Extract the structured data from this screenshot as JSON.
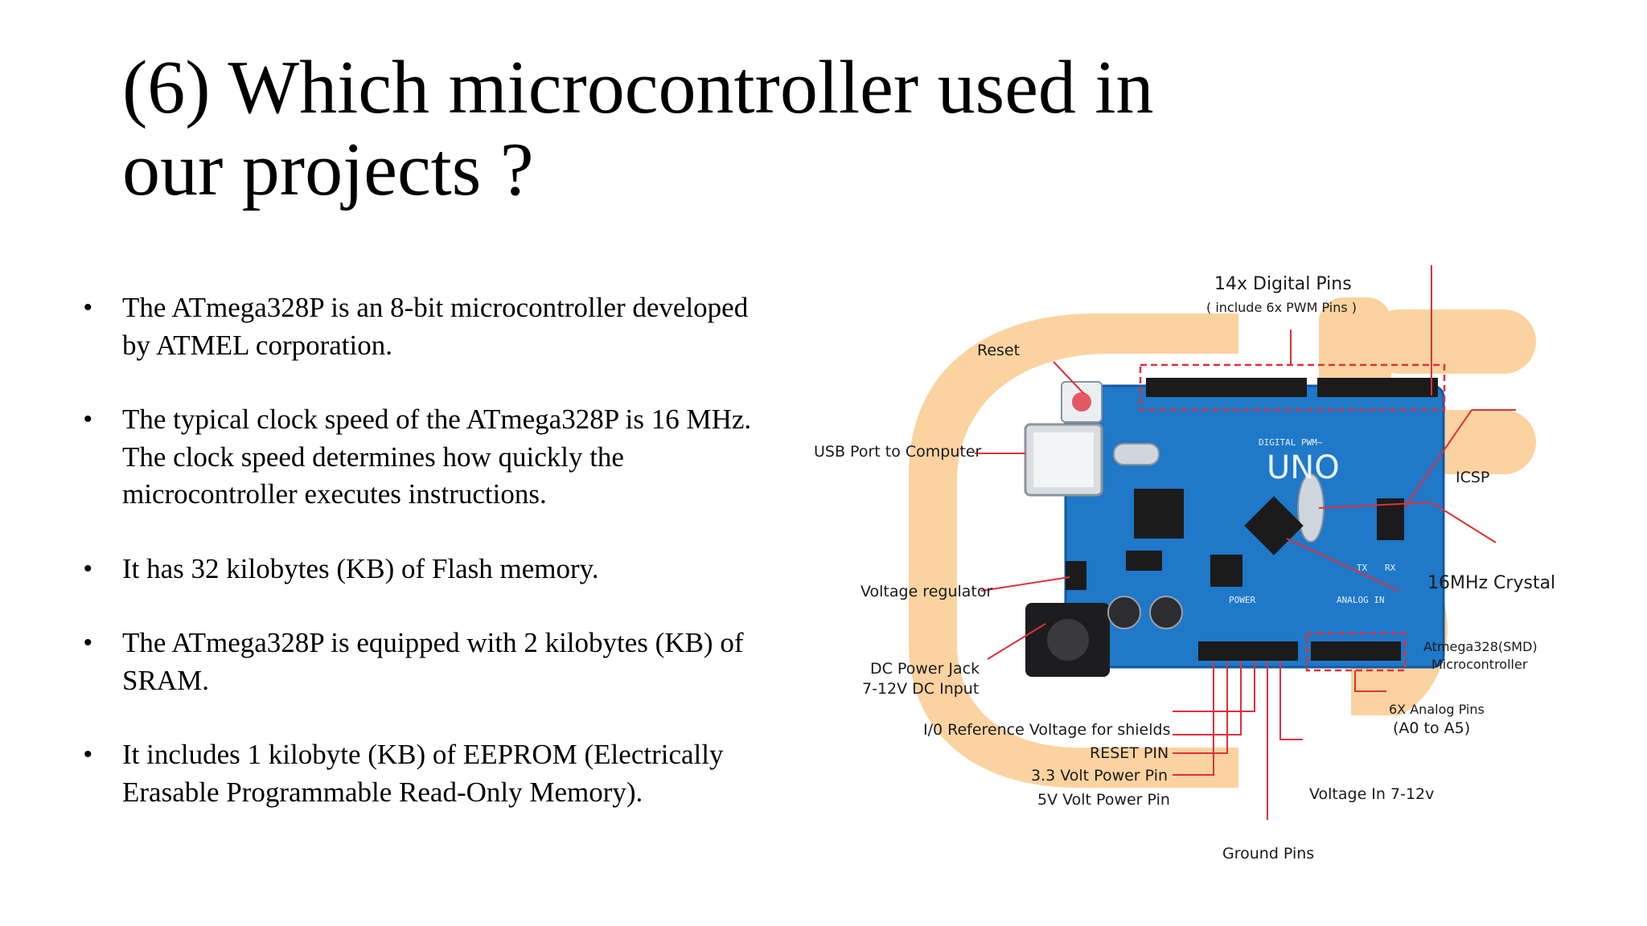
{
  "slide": {
    "title_line1": "(6) Which microcontroller used in",
    "title_line2": "our projects ?",
    "bullet_glyph": "•",
    "bullets": [
      {
        "text": "The ATmega328P is an 8-bit microcontroller developed by ATMEL corporation."
      },
      {
        "text": "The typical clock speed of the ATmega328P is 16 MHz. The clock speed determines how quickly the microcontroller executes instructions."
      },
      {
        "text": "It has 32 kilobytes (KB) of Flash memory."
      },
      {
        "text": "The ATmega328P is equipped with 2 kilobytes (KB) of SRAM."
      },
      {
        "text": "It includes 1 kilobyte (KB) of EEPROM (Electrically Erasable Programmable Read-Only Memory)."
      }
    ]
  },
  "diagram": {
    "colors": {
      "board": "#1f78c8",
      "callout": "#e0303a",
      "plug": "#fbd3a0"
    },
    "labels": {
      "digital_pins": "14x Digital Pins",
      "digital_pins_note": "( include 6x PWM Pins )",
      "reset": "Reset",
      "usb": "USB Port to Computer",
      "icsp": "ICSP",
      "crystal": "16MHz Crystal",
      "regulator": "Voltage regulator",
      "mcu_line1": "Atmega328(SMD)",
      "mcu_line2": "Microcontroller",
      "dc_jack_line1": "DC Power Jack",
      "dc_jack_line2": "7-12V DC Input",
      "analog_line1": "6X Analog Pins",
      "analog_line2": "(A0 to A5)",
      "ioref": "I/0 Reference Voltage for shields",
      "reset_pin": "RESET PIN",
      "v33": "3.3 Volt Power Pin",
      "v5": "5V Volt Power Pin",
      "vin": "Voltage In 7-12v",
      "ground": "Ground Pins"
    },
    "board_text": {
      "uno": "UNO",
      "digital": "DIGITAL PWM~",
      "power": "POWER",
      "analog_in": "ANALOG IN",
      "tx": "TX",
      "rx": "RX"
    }
  }
}
